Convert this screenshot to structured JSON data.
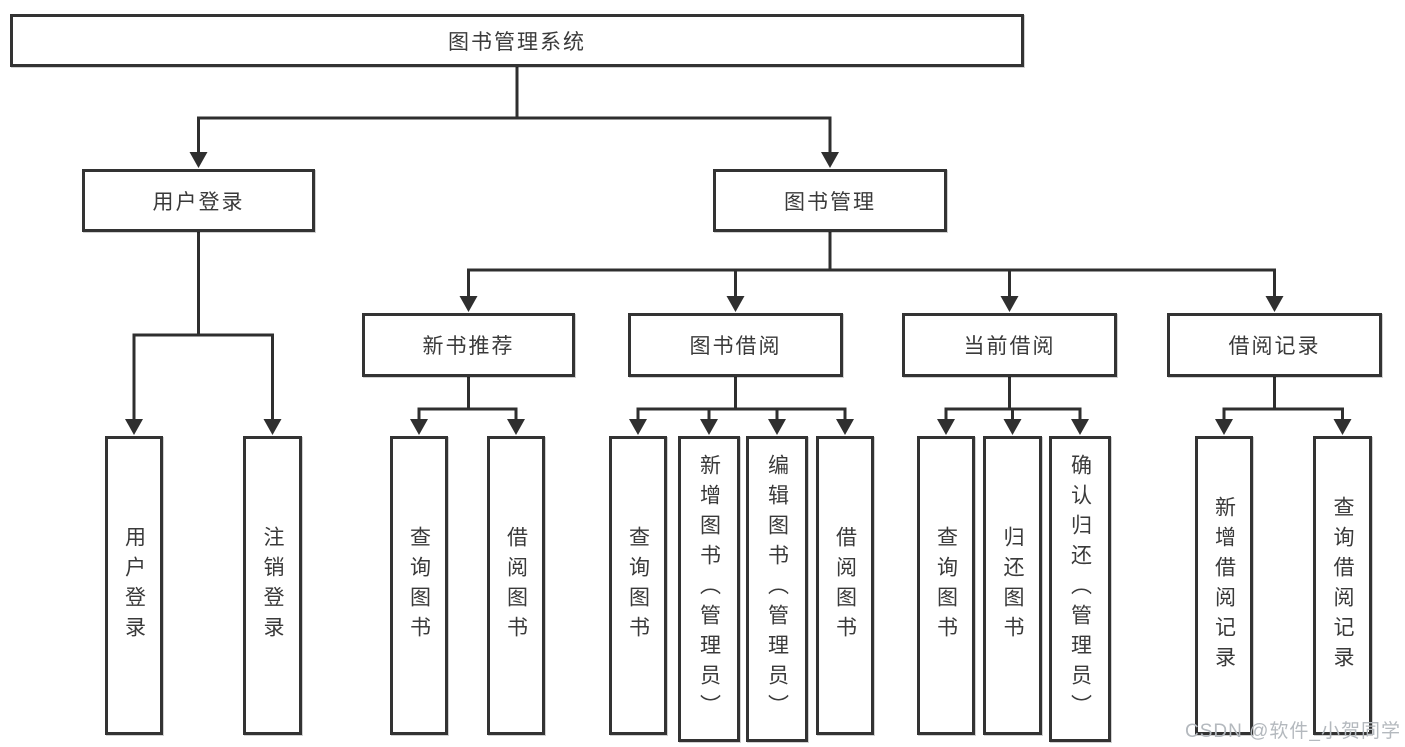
{
  "title": "图书管理系统",
  "watermark": "CSDN @软件_小贺同学",
  "colors": {
    "line": "#2f2f2f",
    "border": "#333333",
    "text": "#3a3a3a",
    "watermark": "#b4b9be",
    "background": "#ffffff"
  },
  "nodes": {
    "root": {
      "label": "图书管理系统"
    },
    "user_login": {
      "label": "用户登录"
    },
    "book_mgmt": {
      "label": "图书管理"
    },
    "ul_login": {
      "label": "用户登录"
    },
    "ul_logout": {
      "label": "注销登录"
    },
    "new_book_rec": {
      "label": "新书推荐"
    },
    "book_borrow": {
      "label": "图书借阅"
    },
    "current_borrow": {
      "label": "当前借阅"
    },
    "borrow_records": {
      "label": "借阅记录"
    },
    "nbr_query": {
      "label": "查询图书"
    },
    "nbr_borrow": {
      "label": "借阅图书"
    },
    "bb_query": {
      "label": "查询图书"
    },
    "bb_add": {
      "label": "新增图书（管理员）"
    },
    "bb_edit": {
      "label": "编辑图书（管理员）"
    },
    "bb_borrow": {
      "label": "借阅图书"
    },
    "cb_query": {
      "label": "查询图书"
    },
    "cb_return": {
      "label": "归还图书"
    },
    "cb_confirm": {
      "label": "确认归还（管理员）"
    },
    "br_add": {
      "label": "新增借阅记录"
    },
    "br_query": {
      "label": "查询借阅记录"
    }
  },
  "hierarchy": {
    "root": [
      "user_login",
      "book_mgmt"
    ],
    "user_login": [
      "ul_login",
      "ul_logout"
    ],
    "book_mgmt": [
      "new_book_rec",
      "book_borrow",
      "current_borrow",
      "borrow_records"
    ],
    "new_book_rec": [
      "nbr_query",
      "nbr_borrow"
    ],
    "book_borrow": [
      "bb_query",
      "bb_add",
      "bb_edit",
      "bb_borrow"
    ],
    "current_borrow": [
      "cb_query",
      "cb_return",
      "cb_confirm"
    ],
    "borrow_records": [
      "br_add",
      "br_query"
    ]
  }
}
